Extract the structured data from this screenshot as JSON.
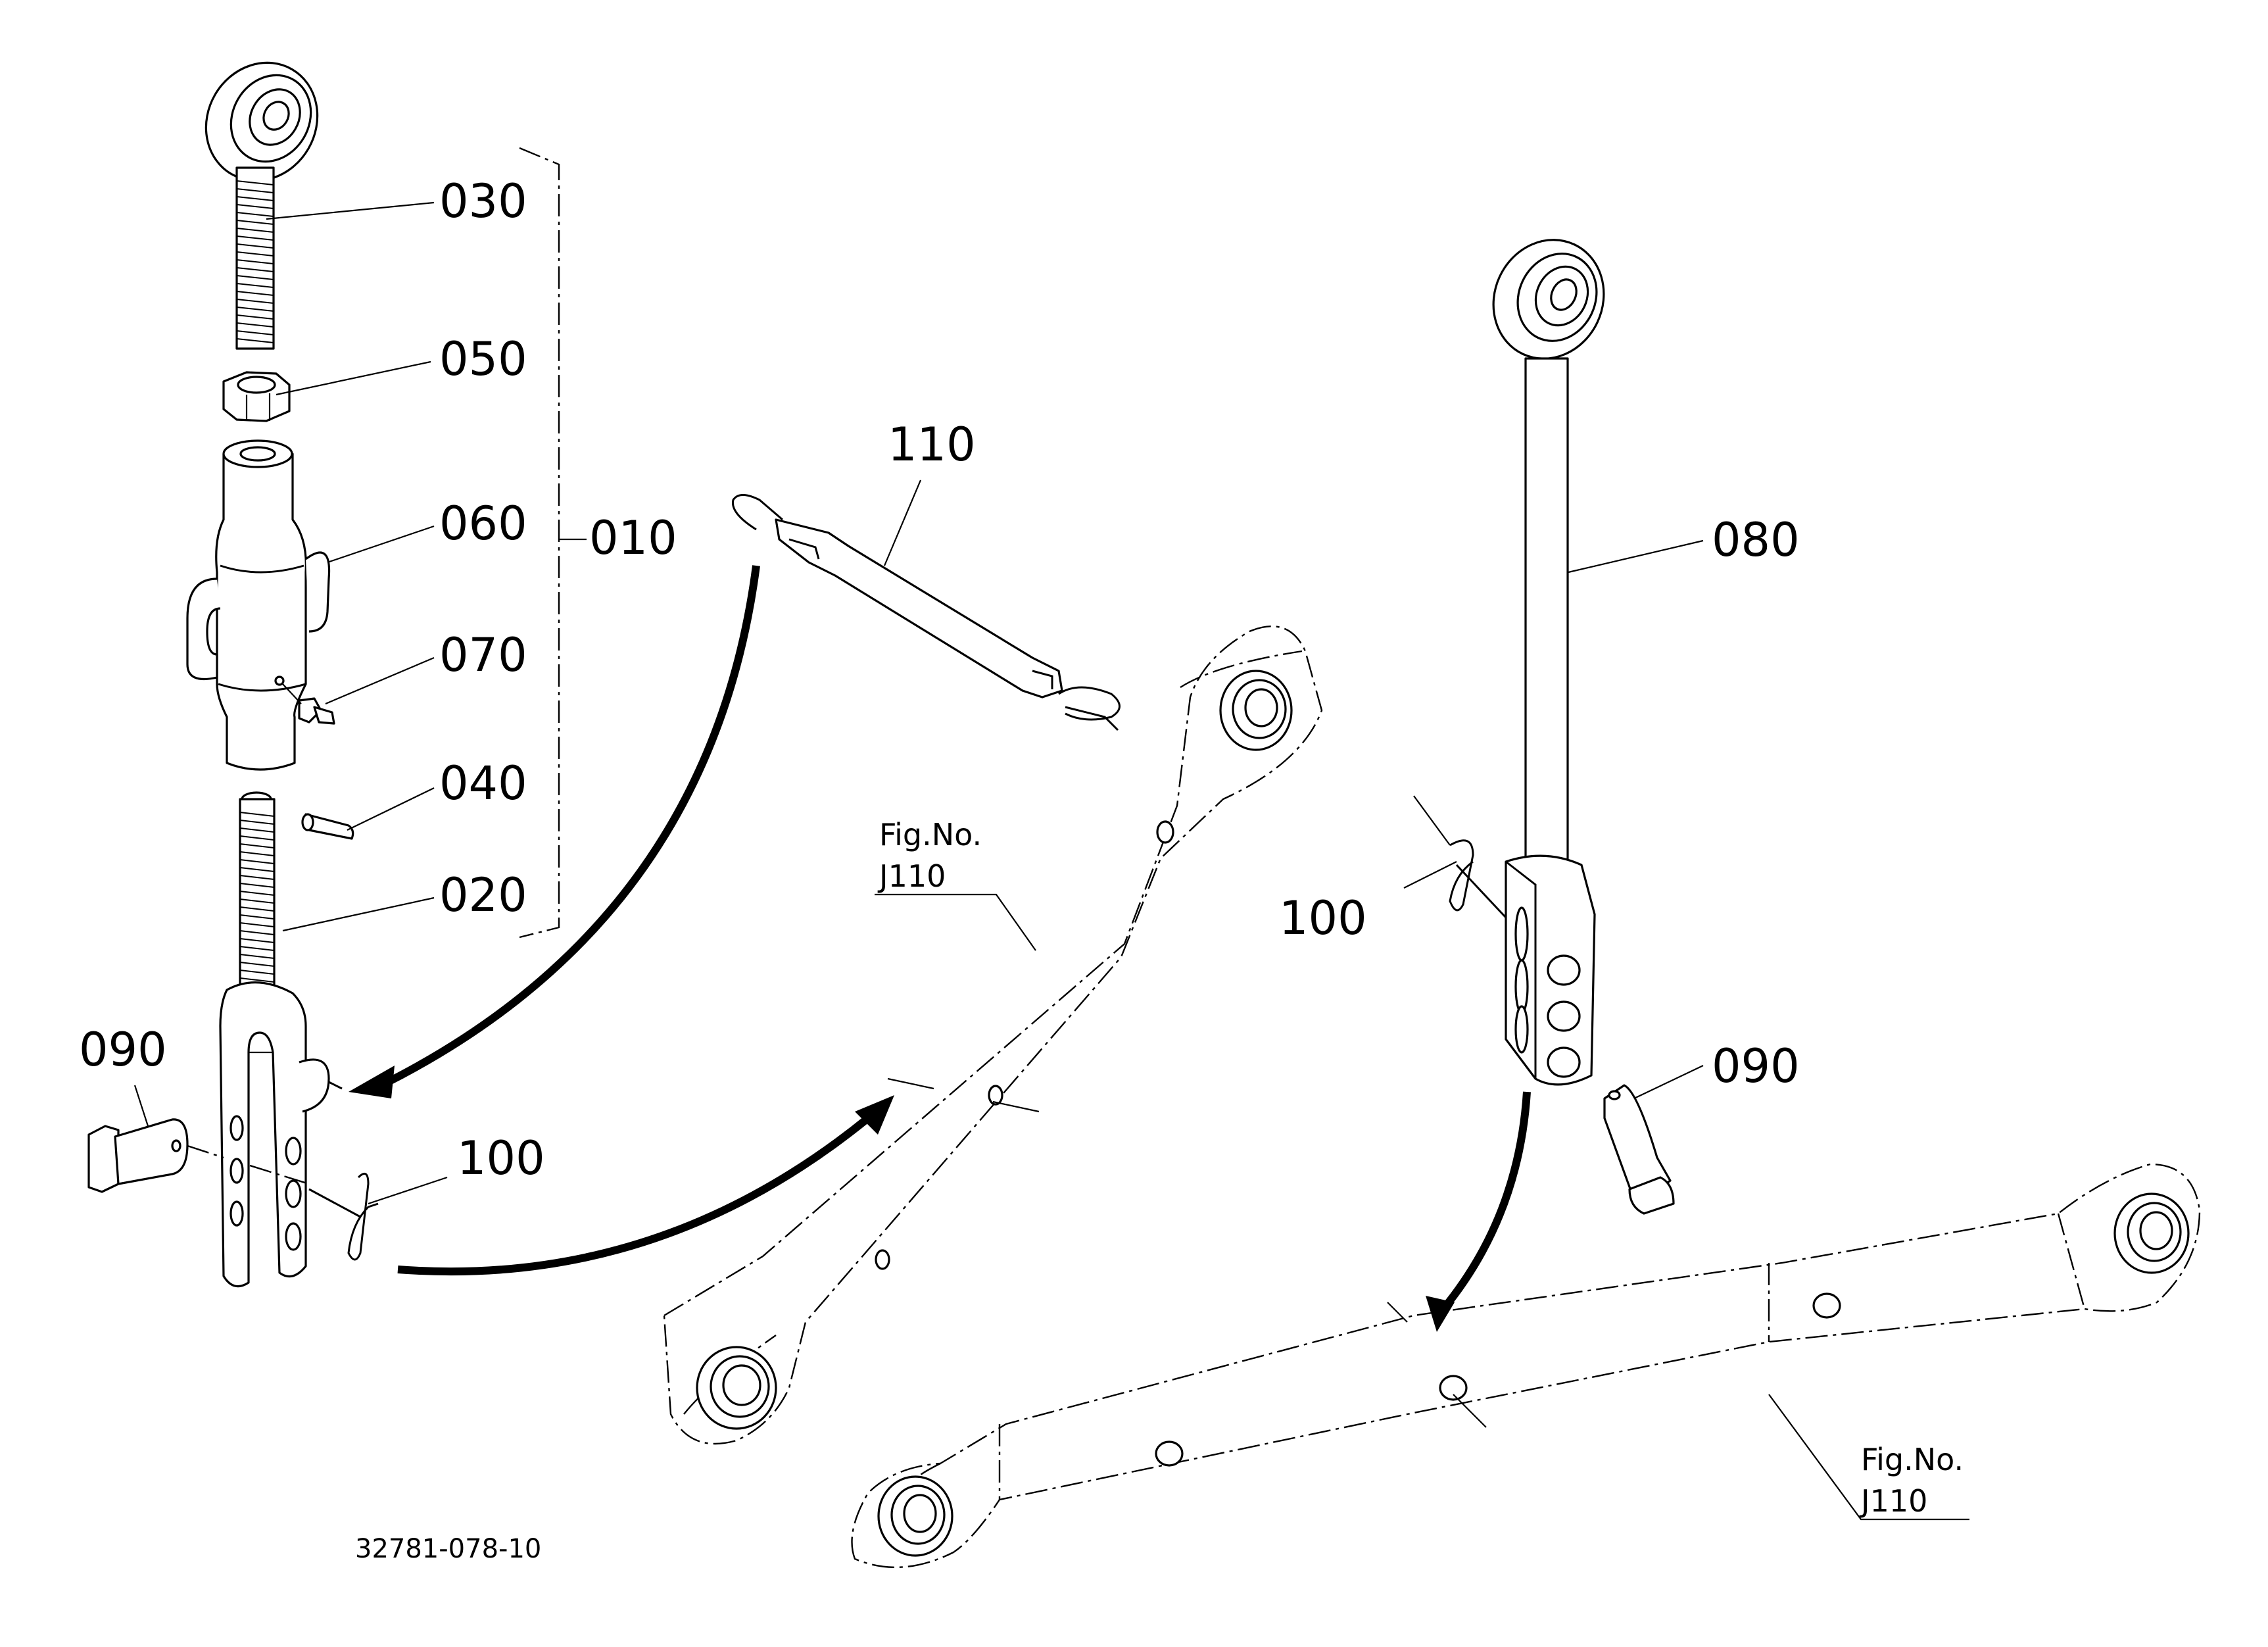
{
  "callouts": {
    "c030": "030",
    "c050": "050",
    "c060": "060",
    "c010": "010",
    "c070": "070",
    "c040": "040",
    "c020": "020",
    "c090_left": "090",
    "c100_left": "100",
    "c110": "110",
    "c080": "080",
    "c100_right": "100",
    "c090_right": "090"
  },
  "references": {
    "left": {
      "line1": "Fig.No.",
      "line2": "J110"
    },
    "right": {
      "line1": "Fig.No.",
      "line2": "J110"
    }
  },
  "drawing_number": "32781-078-10"
}
